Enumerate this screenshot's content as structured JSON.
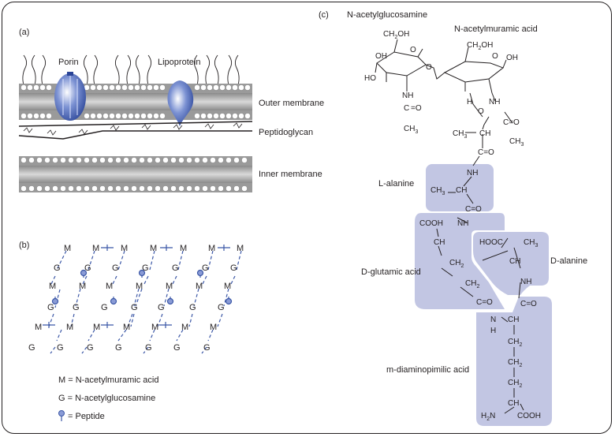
{
  "panels": {
    "a": "(a)",
    "b": "(b)",
    "c": "(c)"
  },
  "membrane_labels": {
    "porin": "Porin",
    "lipoprotein": "Lipoprotein",
    "outer": "Outer membrane",
    "peptidoglycan": "Peptidoglycan",
    "inner": "Inner membrane"
  },
  "legend": {
    "m": "M =  N-acetylmuramic acid",
    "g": "G =  N-acetylglucosamine",
    "p": "=  Peptide"
  },
  "lattice": {
    "m": "M",
    "g": "G"
  },
  "structure": {
    "nag": "N-acetylglucosamine",
    "nam": "N-acetylmuramic acid",
    "ch2oh": "CH",
    "oh_group": "OH",
    "ho": "HO",
    "o": "O",
    "h": "H",
    "nh": "NH",
    "n": "N",
    "ch": "CH",
    "ch3": "CH",
    "co": "C=O",
    "cooh": "COOH",
    "hooc": "HOOC",
    "ch2": "CH",
    "h2n": "H",
    "c_atom": "C",
    "eq_o": "=O",
    "sub2": "2",
    "sub3": "3",
    "residues": {
      "l_ala": "L-alanine",
      "d_glu": "D-glutamic acid",
      "d_ala": "D-alanine",
      "dap": "m-diaminopimilic acid"
    }
  },
  "colors": {
    "accent": "#3b57a6",
    "box": "#c2c6e3",
    "ink": "#231f20"
  }
}
